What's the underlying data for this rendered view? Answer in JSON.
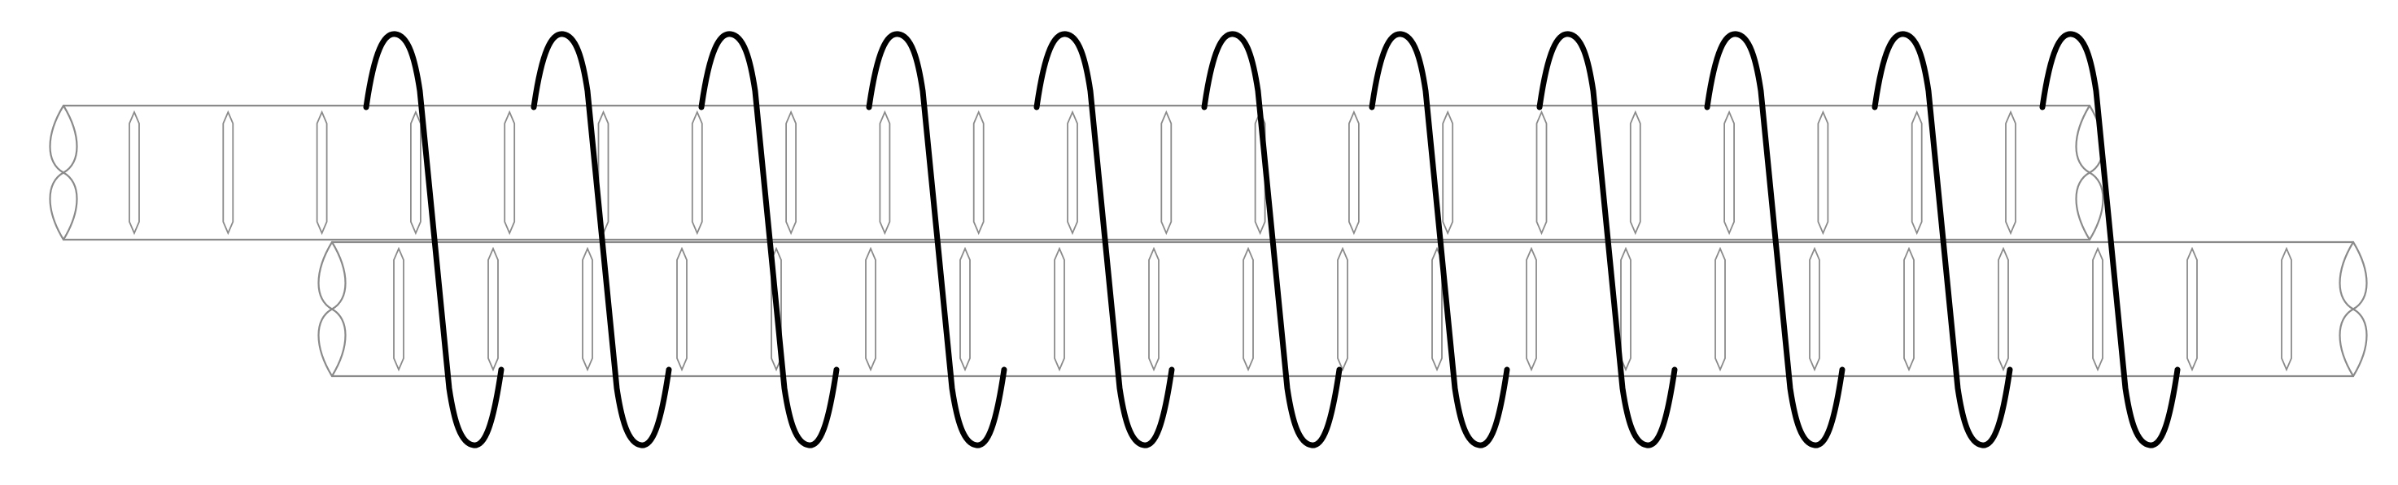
{
  "diagram": {
    "kind": "two overlapping rods wrapped by a helical coil",
    "colors": {
      "background": "#ffffff",
      "rod_outline": "#8a8a8a",
      "slit_outline": "#8a8a8a",
      "slit_fill": "#ffffff",
      "coil": "#000000"
    },
    "rods": [
      {
        "name": "upper-rod",
        "slit_count": 21,
        "ends": [
          "broken-left",
          "broken-right"
        ]
      },
      {
        "name": "lower-rod",
        "slit_count": 21,
        "ends": [
          "broken-left",
          "broken-right"
        ]
      }
    ],
    "coil": {
      "turns": 11
    }
  }
}
